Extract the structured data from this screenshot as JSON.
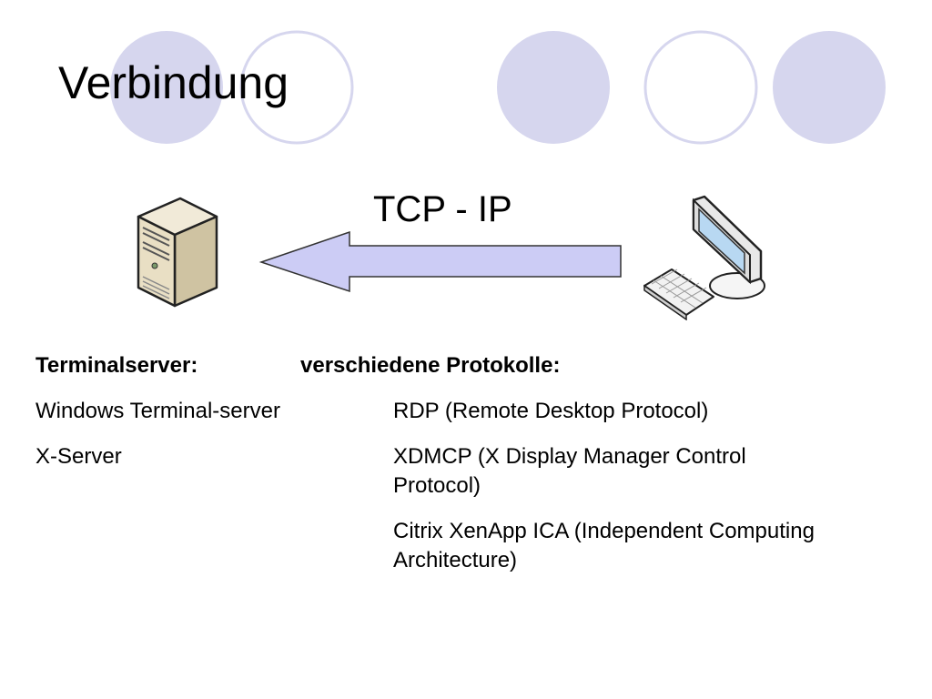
{
  "slide": {
    "title": "Verbindung",
    "protocol_label": "TCP - IP"
  },
  "left_column": {
    "heading": "Terminalserver:",
    "items": [
      "Windows Terminal-server",
      "X-Server"
    ]
  },
  "right_column": {
    "heading": "verschiedene Protokolle:",
    "items": [
      "RDP (Remote Desktop Protocol)",
      "XDMCP (X Display Manager Control Protocol)",
      "Citrix XenApp ICA (Independent Computing Architecture)"
    ]
  },
  "colors": {
    "circle_fill": "#d6d6ee",
    "circle_outline": "#d6d6ee",
    "arrow_fill": "#ccccf5",
    "arrow_stroke": "#333333"
  },
  "icons": {
    "server": "server-tower-icon",
    "client": "desktop-computer-icon"
  }
}
